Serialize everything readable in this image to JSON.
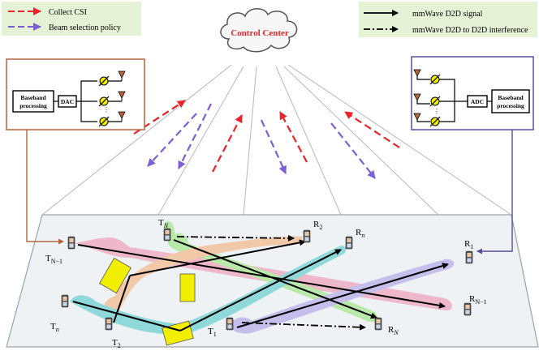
{
  "legend_left": {
    "collect_csi": "Collect CSI",
    "beam_selection": "Beam selection policy"
  },
  "legend_right": {
    "d2d_signal": "mmWave D2D signal",
    "d2d_interference": "mmWave D2D to D2D interference"
  },
  "control_center": "Control Center",
  "tx_block": {
    "baseband": "Baseband",
    "processing": "processing",
    "converter": "DAC"
  },
  "rx_block": {
    "baseband": "Baseband",
    "processing": "processing",
    "converter": "ADC"
  },
  "nodes": {
    "t_n_minus_1": {
      "base": "T",
      "sub": "N−1"
    },
    "t_N": {
      "base": "T",
      "sub": "N"
    },
    "t_n": {
      "base": "T",
      "sub": "n"
    },
    "t_2": {
      "base": "T",
      "sub": "2"
    },
    "t_1": {
      "base": "T",
      "sub": "1"
    },
    "r_2": {
      "base": "R",
      "sub": "2"
    },
    "r_n": {
      "base": "R",
      "sub": "n"
    },
    "r_1": {
      "base": "R",
      "sub": "1"
    },
    "r_n_minus_1": {
      "base": "R",
      "sub": "N−1"
    },
    "r_N": {
      "base": "R",
      "sub": "N"
    }
  },
  "colors": {
    "collect_csi": "#e8242a",
    "beam_selection": "#7c5fd6",
    "legend_bg": "#e6f2d6",
    "tx_border": "#b5643c",
    "rx_border": "#5b4b9e",
    "blocker": "#f2ee00",
    "plane": "#eef2f5"
  }
}
